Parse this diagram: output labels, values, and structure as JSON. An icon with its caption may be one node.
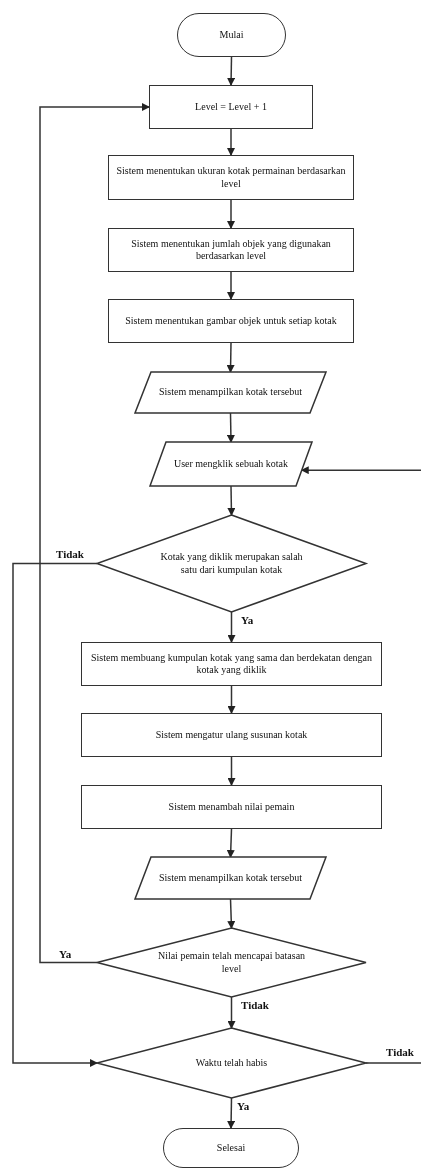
{
  "diagram": {
    "nodes": [
      {
        "text": [
          "Mulai"
        ]
      },
      {
        "text": [
          "Level = Level + 1"
        ]
      },
      {
        "text": [
          "Sistem menentukan ukuran kotak permainan berdasarkan level"
        ]
      },
      {
        "text": [
          "Sistem menentukan jumlah objek yang digunakan berdasarkan level"
        ]
      },
      {
        "text": [
          "Sistem menentukan gambar objek untuk setiap kotak"
        ]
      },
      {
        "text": [
          "Sistem menampilkan kotak tersebut"
        ]
      },
      {
        "text": [
          "User mengklik sebuah kotak"
        ]
      },
      {
        "text": [
          "Kotak yang diklik merupakan salah satu dari kumpulan kotak"
        ]
      },
      {
        "text": [
          "Sistem membuang kumpulan kotak yang sama dan berdekatan dengan kotak yang diklik"
        ]
      },
      {
        "text": [
          "Sistem mengatur ulang susunan kotak"
        ]
      },
      {
        "text": [
          "Sistem menambah nilai pemain"
        ]
      },
      {
        "text": [
          "Sistem menampilkan kotak tersebut"
        ]
      },
      {
        "text": [
          "Nilai pemain telah mencapai batasan level"
        ]
      },
      {
        "text": [
          "Waktu telah habis"
        ]
      },
      {
        "text": [
          "Selesai"
        ]
      }
    ],
    "edges": [
      {
        "from": 0,
        "to": 1,
        "arrow": "to"
      },
      {
        "from": 1,
        "to": 2,
        "arrow": "to"
      },
      {
        "from": 2,
        "to": 3,
        "arrow": "to"
      },
      {
        "from": 3,
        "to": 4,
        "arrow": "to"
      },
      {
        "from": 4,
        "to": 5,
        "arrow": "to"
      },
      {
        "from": 5,
        "to": 6,
        "arrow": "to"
      },
      {
        "from": 6,
        "to": 7,
        "arrow": "to"
      },
      {
        "from": 7,
        "to": 8,
        "arrow": "to",
        "label": "Ya"
      },
      {
        "from": 8,
        "to": 9,
        "arrow": "to"
      },
      {
        "from": 9,
        "to": 10,
        "arrow": "to"
      },
      {
        "from": 10,
        "to": 11,
        "arrow": "to"
      },
      {
        "from": 11,
        "to": 12,
        "arrow": "to"
      },
      {
        "from": 12,
        "to": 13,
        "arrow": "to",
        "label": "Tidak"
      },
      {
        "from": 13,
        "to": 14,
        "arrow": "to",
        "label": "Ya"
      },
      {
        "from": 7,
        "to": 13,
        "arrow": "to",
        "label": "Tidak"
      },
      {
        "from": 12,
        "to": 1,
        "arrow": "to",
        "label": "Ya"
      },
      {
        "from": 13,
        "to": null,
        "arrow": "none",
        "label": "Tidak"
      },
      {
        "from": null,
        "to": 6,
        "arrow": "to"
      }
    ]
  }
}
